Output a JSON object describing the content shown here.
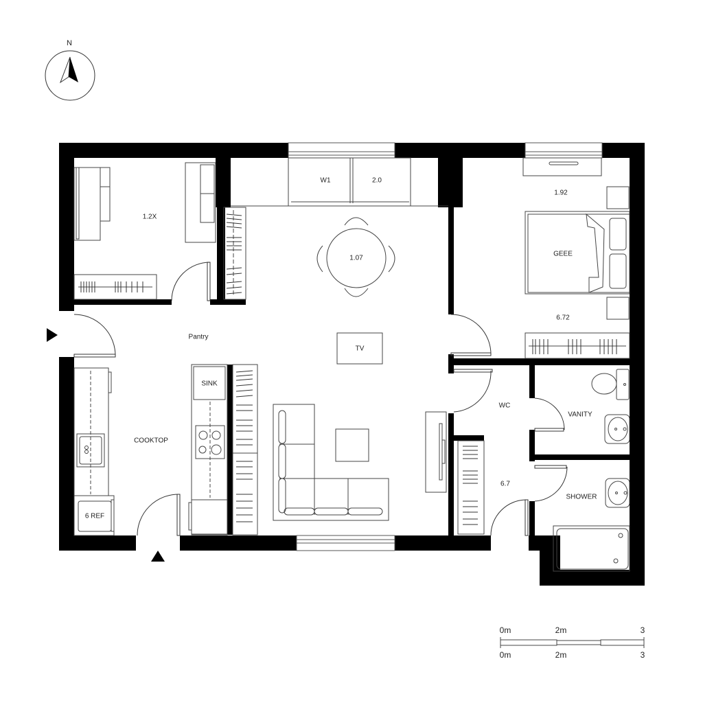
{
  "compass": {
    "label": "N"
  },
  "rooms": {
    "bedroom2": {
      "label": "1.2X"
    },
    "window_label_1": {
      "label": "W1"
    },
    "window_label_2": {
      "label": "2.0"
    },
    "dining_table": {
      "label": "1.07"
    },
    "bedroom1_top": {
      "label": "1.92"
    },
    "bed": {
      "label": "GEEE"
    },
    "bedroom1_bottom": {
      "label": "6.72"
    },
    "pantry": {
      "label": "Pantry"
    },
    "tv": {
      "label": "TV"
    },
    "sink": {
      "label": "SINK"
    },
    "cooktop": {
      "label": "COOKTOP"
    },
    "refrigerator": {
      "label": "6 REF"
    },
    "wc": {
      "label": "WC"
    },
    "vanity": {
      "label": "VANITY"
    },
    "hall": {
      "label": "6.7"
    },
    "shower": {
      "label": "SHOWER"
    }
  },
  "scale_bar": {
    "top_labels": [
      "0m",
      "2m",
      "3"
    ],
    "bottom_labels": [
      "0m",
      "2m",
      "3"
    ]
  },
  "colors": {
    "wall": "#000000",
    "line": "#333333",
    "background": "#ffffff"
  }
}
